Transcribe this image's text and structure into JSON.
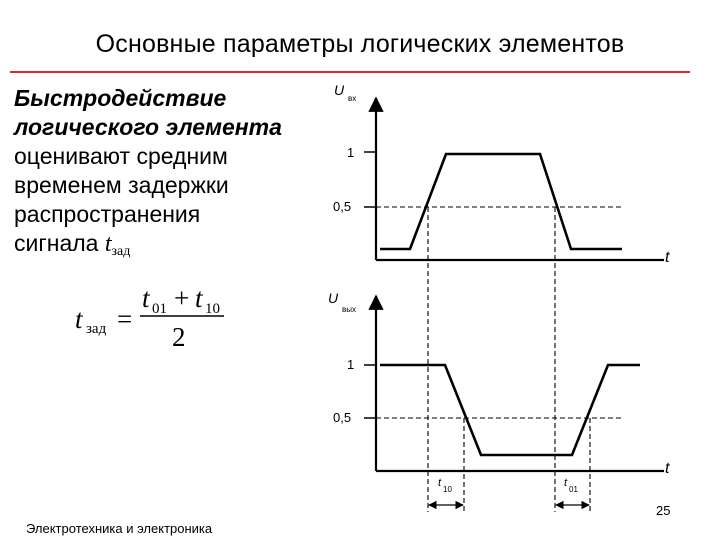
{
  "slide": {
    "title": "Основные параметры логических элементов",
    "text": {
      "line1": "Быстродействие",
      "line2": "логического элемента",
      "line3": "оценивают средним",
      "line4": "временем задержки",
      "line5": "распространения",
      "line6_prefix": "сигнала",
      "symbol": "t",
      "symbol_sub": "зад"
    },
    "formula": {
      "lhs": "t",
      "lhs_sub": "зад",
      "eq": "=",
      "num_a": "t",
      "num_a_sub": "01",
      "plus": "+",
      "num_b": "t",
      "num_b_sub": "10",
      "den": "2"
    },
    "footer": "Электротехника и электроника",
    "page_number": "25"
  },
  "diagram": {
    "top": {
      "axis_label": "U",
      "axis_label_sub": "вх",
      "level_high": "1",
      "level_half": "0,5",
      "time_label": "t"
    },
    "bottom": {
      "axis_label": "U",
      "axis_label_sub": "вых",
      "level_high": "1",
      "level_half": "0,5",
      "time_label": "t",
      "delay_10": "t",
      "delay_10_sub": "10",
      "delay_01": "t",
      "delay_01_sub": "01"
    },
    "colors": {
      "accent_rule": "#e0282e",
      "lines": "#000000"
    }
  }
}
